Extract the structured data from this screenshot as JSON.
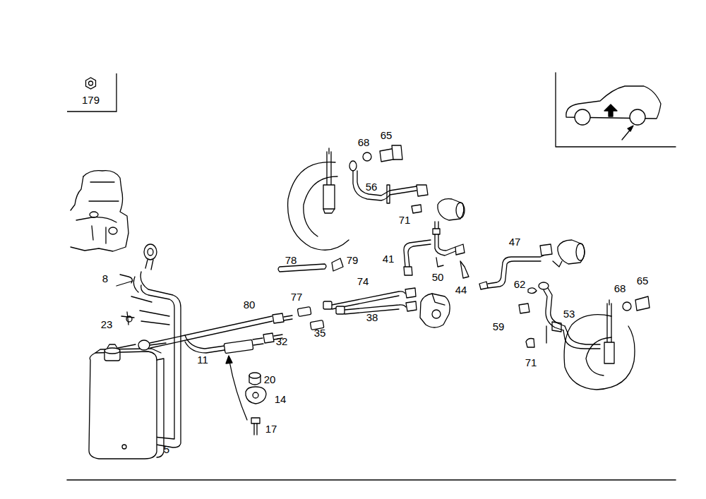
{
  "diagram": {
    "nodes": [
      {
        "text": [
          "179"
        ]
      }
    ],
    "labels": [
      "68",
      "65",
      "56",
      "71",
      "47",
      "78",
      "79",
      "41",
      "50",
      "44",
      "8",
      "74",
      "62",
      "68",
      "65",
      "80",
      "77",
      "23",
      "38",
      "53",
      "59",
      "32",
      "35",
      "11",
      "71",
      "20",
      "14",
      "17",
      "5"
    ]
  }
}
